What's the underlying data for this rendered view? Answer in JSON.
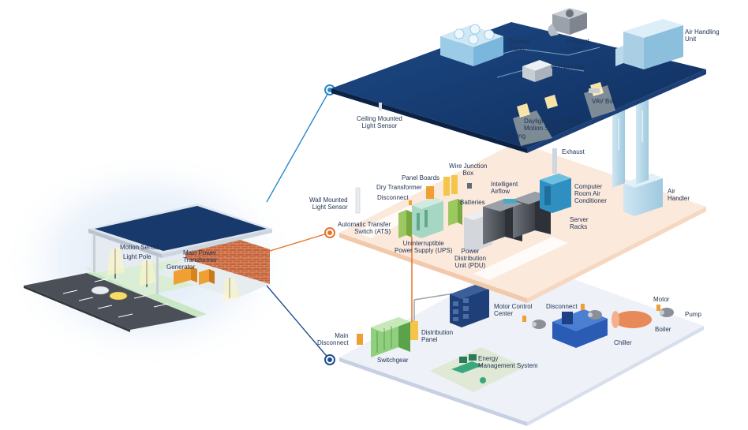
{
  "labels": {
    "cooling_tower": "Cooling\nTower",
    "exhaust_fan": "Exhaust\nFan",
    "air_handling_unit": "Air Handling\nUnit",
    "compressor": "Compressor",
    "vav_box": "VAV Box",
    "ceiling_light_sensor": "Ceiling Mounted\nLight Sensor",
    "daylighting_controls": "Daylighting Controls/\nMotion Sensor",
    "lighting": "Lighting",
    "exhaust": "Exhaust",
    "wire_junction_box": "Wire Junction\nBox",
    "panel_boards": "Panel Boards",
    "dry_transformer": "Dry Transformer",
    "disconnect_mid": "Disconnect",
    "batteries": "Batteries",
    "intelligent_airflow": "Intelligent\nAirflow",
    "crac": "Computer\nRoom Air\nConditioner",
    "air_handler": "Air\nHandler",
    "wall_light_sensor": "Wall Mounted\nLight Sensor",
    "ats": "Automatic Transfer\nSwitch (ATS)",
    "ups": "Uninterruptible\nPower Supply (UPS)",
    "pdu": "Power\nDistribution\nUnit (PDU)",
    "server_racks": "Server\nRacks",
    "motion_sensor": "Motion Sensor",
    "light_pole": "Light Pole",
    "main_power_transformer": "Main Power\nTransformer",
    "generator": "Generator",
    "motor_control_center": "Motor Control\nCenter",
    "disconnect_low": "Disconnect",
    "motor": "Motor",
    "pump": "Pump",
    "boiler": "Boiler",
    "chiller": "Chiller",
    "main_disconnect": "Main\nDisconnect",
    "distribution_panel": "Distribution\nPanel",
    "switchgear": "Switchgear",
    "ems": "Energy\nManagement System"
  },
  "colors": {
    "navy": "#17396b",
    "connector_top": "#2a87c9",
    "connector_mid": "#e2762b",
    "connector_bottom": "#1f4f8c",
    "mid_floor": "#fbe9dc",
    "low_floor": "#eef1f8",
    "brick": "#c86a42",
    "equipment_teal": "#4aa9c6",
    "equipment_orange": "#f0a032",
    "equipment_yellow": "#f5c54a",
    "equipment_green": "#9cc95f",
    "equipment_navy": "#1e3f77",
    "equipment_gray": "#8a8f98"
  }
}
